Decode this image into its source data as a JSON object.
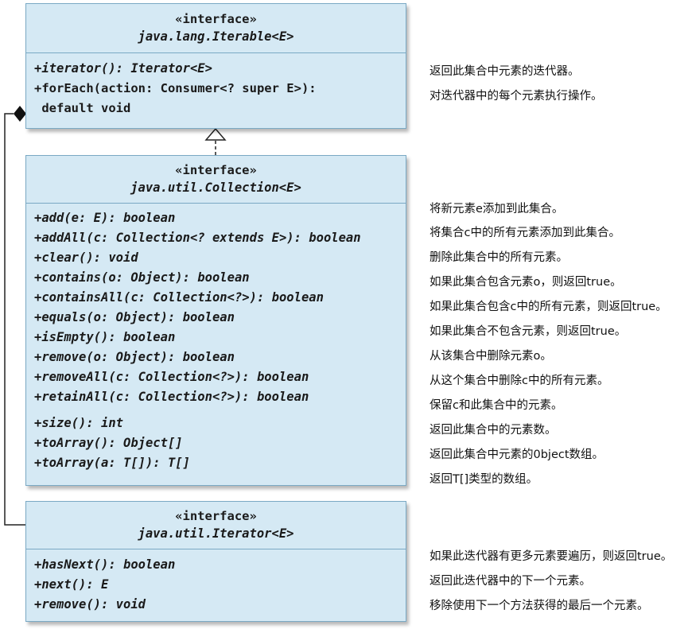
{
  "iterable": {
    "stereotype": "«interface»",
    "name": "java.lang.Iterable<E>",
    "ops": [
      "+iterator(): Iterator<E>",
      "+forEach(action: Consumer<? super E>):",
      " default void"
    ],
    "desc": [
      "返回此集合中元素的迭代器。",
      "对迭代器中的每个元素执行操作。"
    ]
  },
  "collection": {
    "stereotype": "«interface»",
    "name": "java.util.Collection<E>",
    "ops": [
      "+add(e: E): boolean",
      "+addAll(c: Collection<? extends E>): boolean",
      "+clear(): void",
      "+contains(o: Object): boolean",
      "+containsAll(c: Collection<?>): boolean",
      "+equals(o: Object): boolean",
      "+isEmpty(): boolean",
      "+remove(o: Object): boolean",
      "+removeAll(c: Collection<?>): boolean",
      "+retainAll(c: Collection<?>): boolean",
      "+size(): int",
      "+toArray(): Object[]",
      "+toArray(a: T[]): T[]"
    ],
    "desc": [
      "将新元素e添加到此集合。",
      "将集合c中的所有元素添加到此集合。",
      "删除此集合中的所有元素。",
      "如果此集合包含元素o，则返回true。",
      "如果此集合包含c中的所有元素，则返回true。",
      "如果此集合不包含元素，则返回true。",
      "从该集合中删除元素o。",
      "从这个集合中删除c中的所有元素。",
      "保留c和此集合中的元素。",
      "返回此集合中的元素数。",
      "返回此集合中元素的0bject数组。",
      "返回T[]类型的数组。"
    ]
  },
  "iterator": {
    "stereotype": "«interface»",
    "name": "java.util.Iterator<E>",
    "ops": [
      "+hasNext(): boolean",
      "+next(): E",
      "+remove(): void"
    ],
    "desc": [
      "如果此迭代器有更多元素要遍历，则返回true。",
      "返回此迭代器中的下一个元素。",
      "移除使用下一个方法获得的最后一个元素。"
    ]
  }
}
